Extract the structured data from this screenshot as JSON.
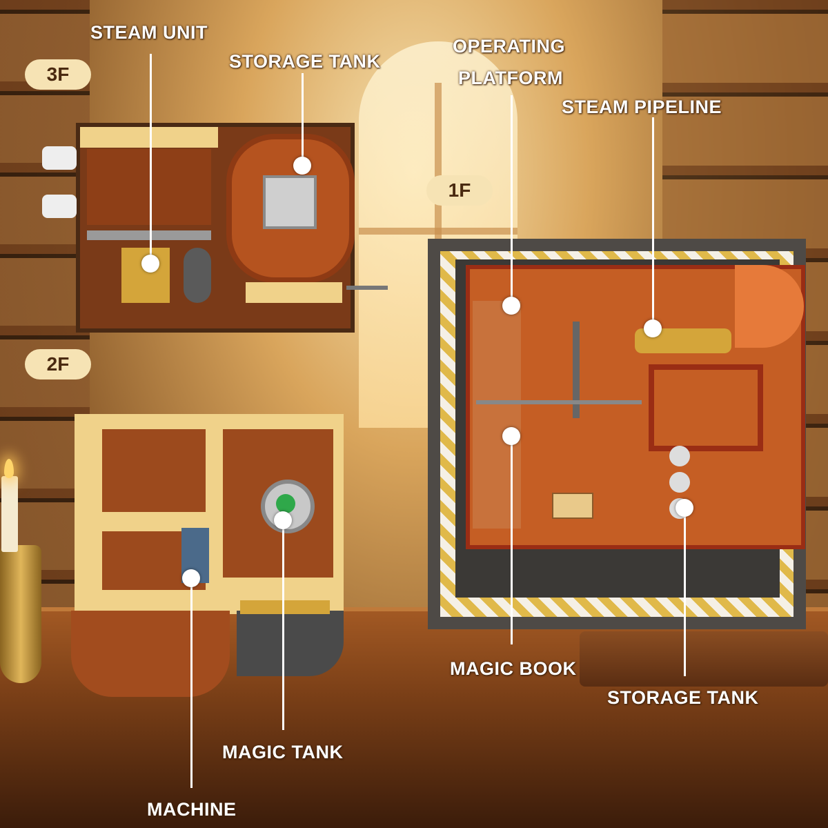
{
  "floors": {
    "third": "3F",
    "second": "2F",
    "first": "1F"
  },
  "callouts": {
    "steam_unit": "STEAM UNIT",
    "storage_tank_top": "STORAGE TANK",
    "operating_platform_line1": "OPERATING",
    "operating_platform_line2": "PLATFORM",
    "steam_pipeline": "STEAM PIPELINE",
    "magic_book": "MAGIC BOOK",
    "storage_tank_bottom": "STORAGE TANK",
    "magic_tank": "MAGIC TANK",
    "machine": "MACHINE"
  },
  "colors": {
    "pill_bg": "#f6e3b4",
    "brick_brown": "#a8501f",
    "brick_tan": "#f0d28a",
    "plate_grey": "#4e4a46"
  }
}
